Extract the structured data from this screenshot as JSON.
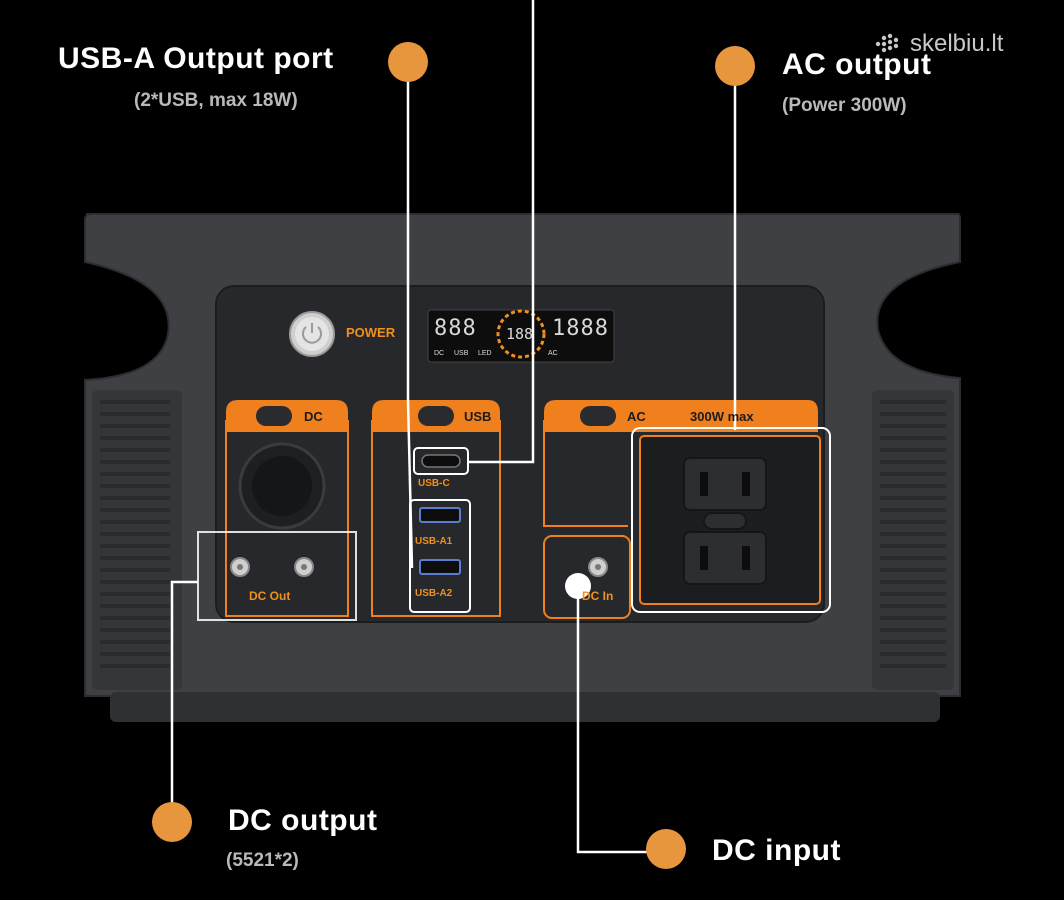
{
  "watermark": {
    "text": "skelbiu.lt"
  },
  "callouts": {
    "usb_a": {
      "title": "USB-A Output port",
      "subtitle": "(2*USB, max 18W)"
    },
    "ac": {
      "title": "AC output",
      "subtitle": "(Power 300W)"
    },
    "dc_out": {
      "title": "DC output",
      "subtitle": "(5521*2)"
    },
    "dc_in": {
      "title": "DC input"
    }
  },
  "panel": {
    "power_label": "POWER",
    "display": {
      "left_digits": "888",
      "center_digits": "188",
      "right_digits": "1888",
      "label_dc": "DC",
      "label_usb": "USB",
      "label_led": "LED",
      "label_ac": "AC"
    },
    "dc_section": {
      "header": "DC",
      "port_label": "DC Out"
    },
    "usb_section": {
      "header": "USB",
      "usb_c_label": "USB-C",
      "usb_a1_label": "USB-A1",
      "usb_a2_label": "USB-A2"
    },
    "ac_section": {
      "header": "AC",
      "rating": "300W max",
      "dc_in_label": "DC In"
    }
  },
  "colors": {
    "accent": "#e8963e",
    "body": "#3c3e42",
    "panel": "#2a2b2e",
    "orange_bar": "#f0801e"
  }
}
